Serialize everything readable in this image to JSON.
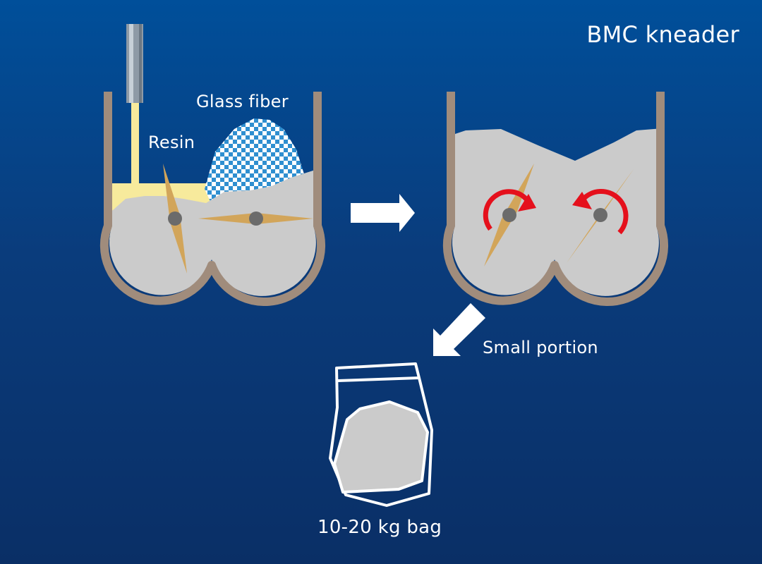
{
  "title": "BMC kneader",
  "labels": {
    "resin": "Resin",
    "glass_fiber": "Glass fiber",
    "small_portion": "Small portion",
    "bag": "10-20 kg bag"
  },
  "colors": {
    "background_top": "#004f9a",
    "background_bottom": "#0a2f66",
    "vessel_wall": "#a08c7c",
    "compound": "#cbcbcb",
    "resin": "#f7ea9c",
    "glass_fiber": "#2f8fd0",
    "blade": "#d2a55a",
    "shaft": "#6b6b6b",
    "rotation_arrow": "#e5101c",
    "process_arrow": "#ffffff"
  },
  "icons": {
    "resin_nozzle": "nozzle-icon",
    "process_arrow": "arrow-right-icon",
    "output_arrow": "arrow-down-left-icon",
    "rotation": "rotate-icon",
    "bag": "bag-icon"
  }
}
